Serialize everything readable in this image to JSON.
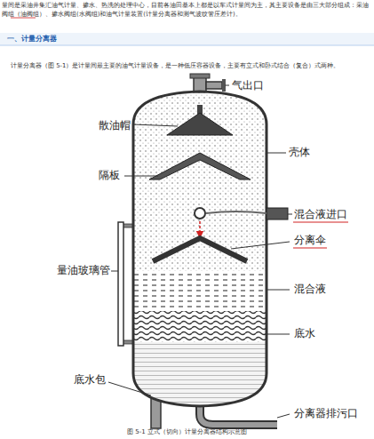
{
  "diagram": {
    "title": "一、计量分离器",
    "caption": "图 5-1 立式（切向）计量分离器结构示意图",
    "labels": [
      "量间是采油井集汇油气计量、掺水、热洗的处理中心，目前各油田基本上都是以车式计量间为主，其主要设备是由三大部分组成：采油",
      "阀组（油阀组）、掺水阀组(水阀组)和油气计量装置(计量分离器和测气波纹管压差计)。",
      "计量分离器（图 5-1）是计量间最主要的油气计量设备，是一种低压容器设备，主要有立式和卧式结合（复合）式两种。",
      "气出口",
      "散油帽",
      "壳体",
      "隔板",
      "混合液进口",
      "分离伞",
      "量油玻璃管",
      "混合液",
      "底水",
      "底水包",
      "分离器排污口"
    ]
  }
}
